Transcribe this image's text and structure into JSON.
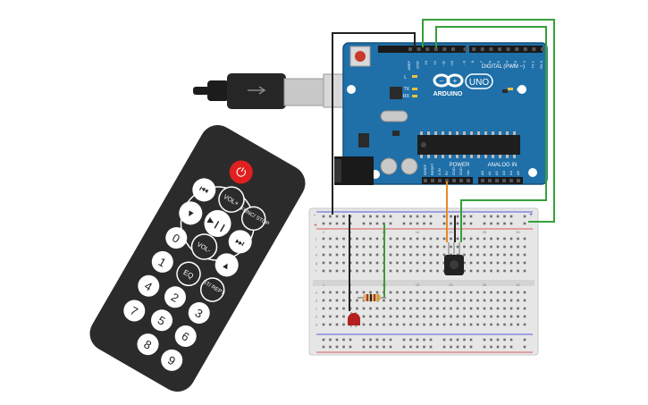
{
  "arduino": {
    "brand": "ARDUINO",
    "model": "UNO",
    "digital_label": "DIGITAL (PWM ~)",
    "analog_label": "ANALOG IN",
    "power_label": "POWER",
    "on_label": "ON",
    "led_l": "L",
    "led_tx": "TX",
    "led_rx": "RX",
    "digital_pins": [
      "AREF",
      "GND",
      "13",
      "12",
      "~11",
      "~10",
      "~9",
      "8",
      "7",
      "~6",
      "~5",
      "4",
      "~3",
      "2",
      "TX 1",
      "RX 0"
    ],
    "power_pins": [
      "IOREF",
      "RESET",
      "3.3V",
      "5V",
      "GND",
      "GND",
      "Vin"
    ],
    "analog_pins": [
      "A0",
      "A1",
      "A2",
      "A3",
      "A4",
      "A5"
    ]
  },
  "remote": {
    "buttons": {
      "power": "⏻",
      "vol_up": "VOL+",
      "func_stop": "FUNC/ STOP",
      "rewind": "⏮",
      "play_pause": "▶❙❙",
      "fast_forward": "⏭",
      "down": "▼",
      "vol_down": "VOL-",
      "up": "▲",
      "eq": "EQ",
      "st_rept": "ST/ REPT",
      "d0": "0",
      "d1": "1",
      "d2": "2",
      "d3": "3",
      "d4": "4",
      "d5": "5",
      "d6": "6",
      "d7": "7",
      "d8": "8",
      "d9": "9"
    }
  },
  "breadboard": {
    "columns": [
      "1",
      "5",
      "10",
      "15",
      "20",
      "25",
      "30"
    ],
    "rows_top": [
      "a",
      "b",
      "c",
      "d",
      "e"
    ],
    "rows_bottom": [
      "f",
      "g",
      "h",
      "i",
      "j"
    ],
    "rail_plus": "+",
    "rail_minus": "-"
  },
  "colors": {
    "arduino_board": "#1f6fa8",
    "breadboard": "#e6e6e6",
    "wire_green": "#35a03a",
    "wire_orange": "#e58c1f",
    "wire_black": "#222222",
    "led_red": "#b51f1f",
    "remote_body": "#2b2b2b",
    "power_button": "#e02020"
  }
}
